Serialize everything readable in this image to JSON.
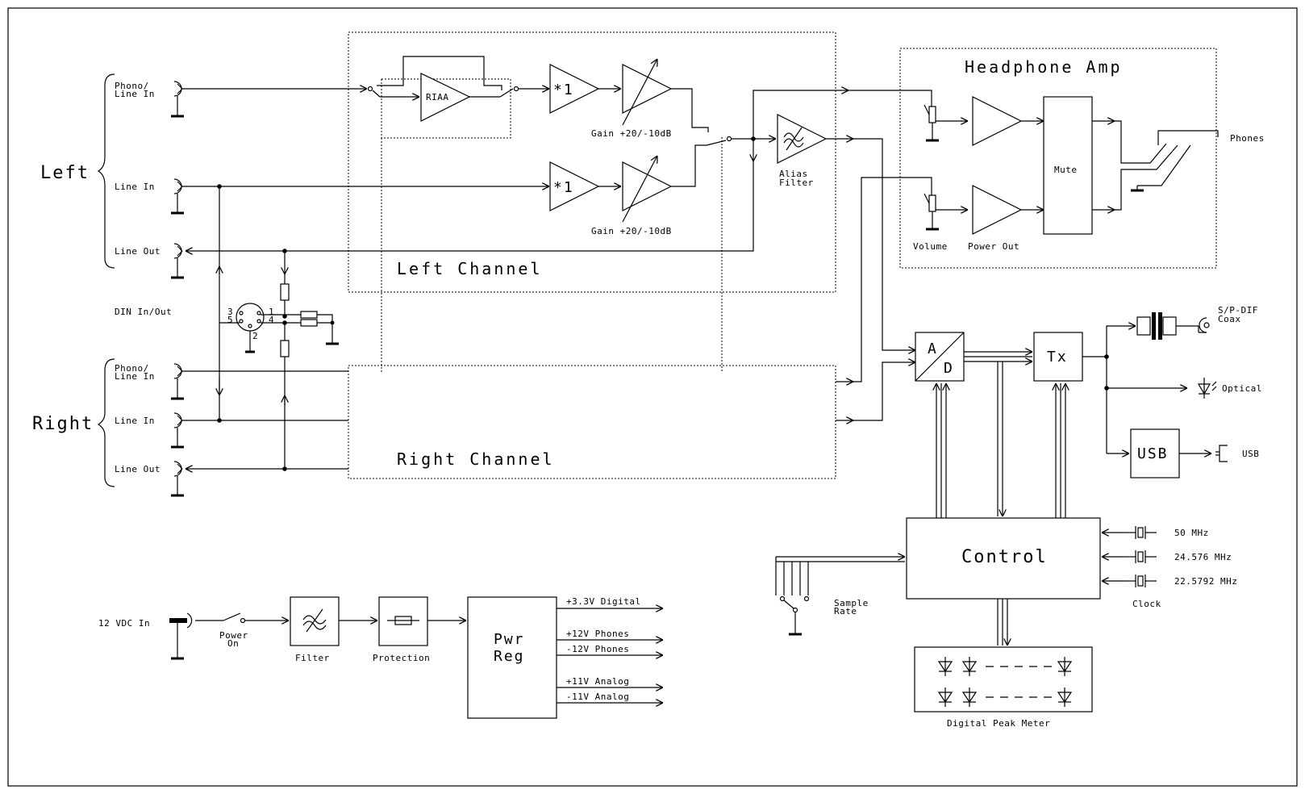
{
  "groups": {
    "left": "Left",
    "right": "Right",
    "left_channel": "Left Channel",
    "right_channel": "Right Channel",
    "headphone_amp": "Headphone Amp"
  },
  "inputs": {
    "phono_line_in_l1": "Phono/",
    "phono_line_in_l2": "Line In",
    "line_in": "Line In",
    "line_out": "Line Out",
    "din": "DIN In/Out",
    "din_pins": [
      "1",
      "2",
      "3",
      "4",
      "5"
    ],
    "dc_in": "12 VDC In"
  },
  "blocks": {
    "riaa": "RIAA",
    "buffer": "*1",
    "gain": "Gain +20/-10dB",
    "alias_l1": "Alias",
    "alias_l2": "Filter",
    "volume": "Volume",
    "power_out": "Power Out",
    "mute": "Mute",
    "phones": "Phones",
    "ad_a": "A",
    "ad_d": "D",
    "tx": "Tx",
    "usb_block": "USB",
    "control": "Control",
    "peak_meter": "Digital Peak Meter",
    "sample_rate_l1": "Sample",
    "sample_rate_l2": "Rate",
    "clock": "Clock",
    "pwr_l1": "Pwr",
    "pwr_l2": "Reg",
    "power_on_l1": "Power",
    "power_on_l2": "On",
    "filter": "Filter",
    "protection": "Protection"
  },
  "outputs": {
    "spdif_l1": "S/P-DIF",
    "spdif_l2": "Coax",
    "optical": "Optical",
    "usb": "USB"
  },
  "clocks": [
    "50 MHz",
    "24.576 MHz",
    "22.5792 MHz"
  ],
  "rails": [
    "+3.3V Digital",
    "+12V Phones",
    "-12V Phones",
    "+11V Analog",
    "-11V Analog"
  ]
}
